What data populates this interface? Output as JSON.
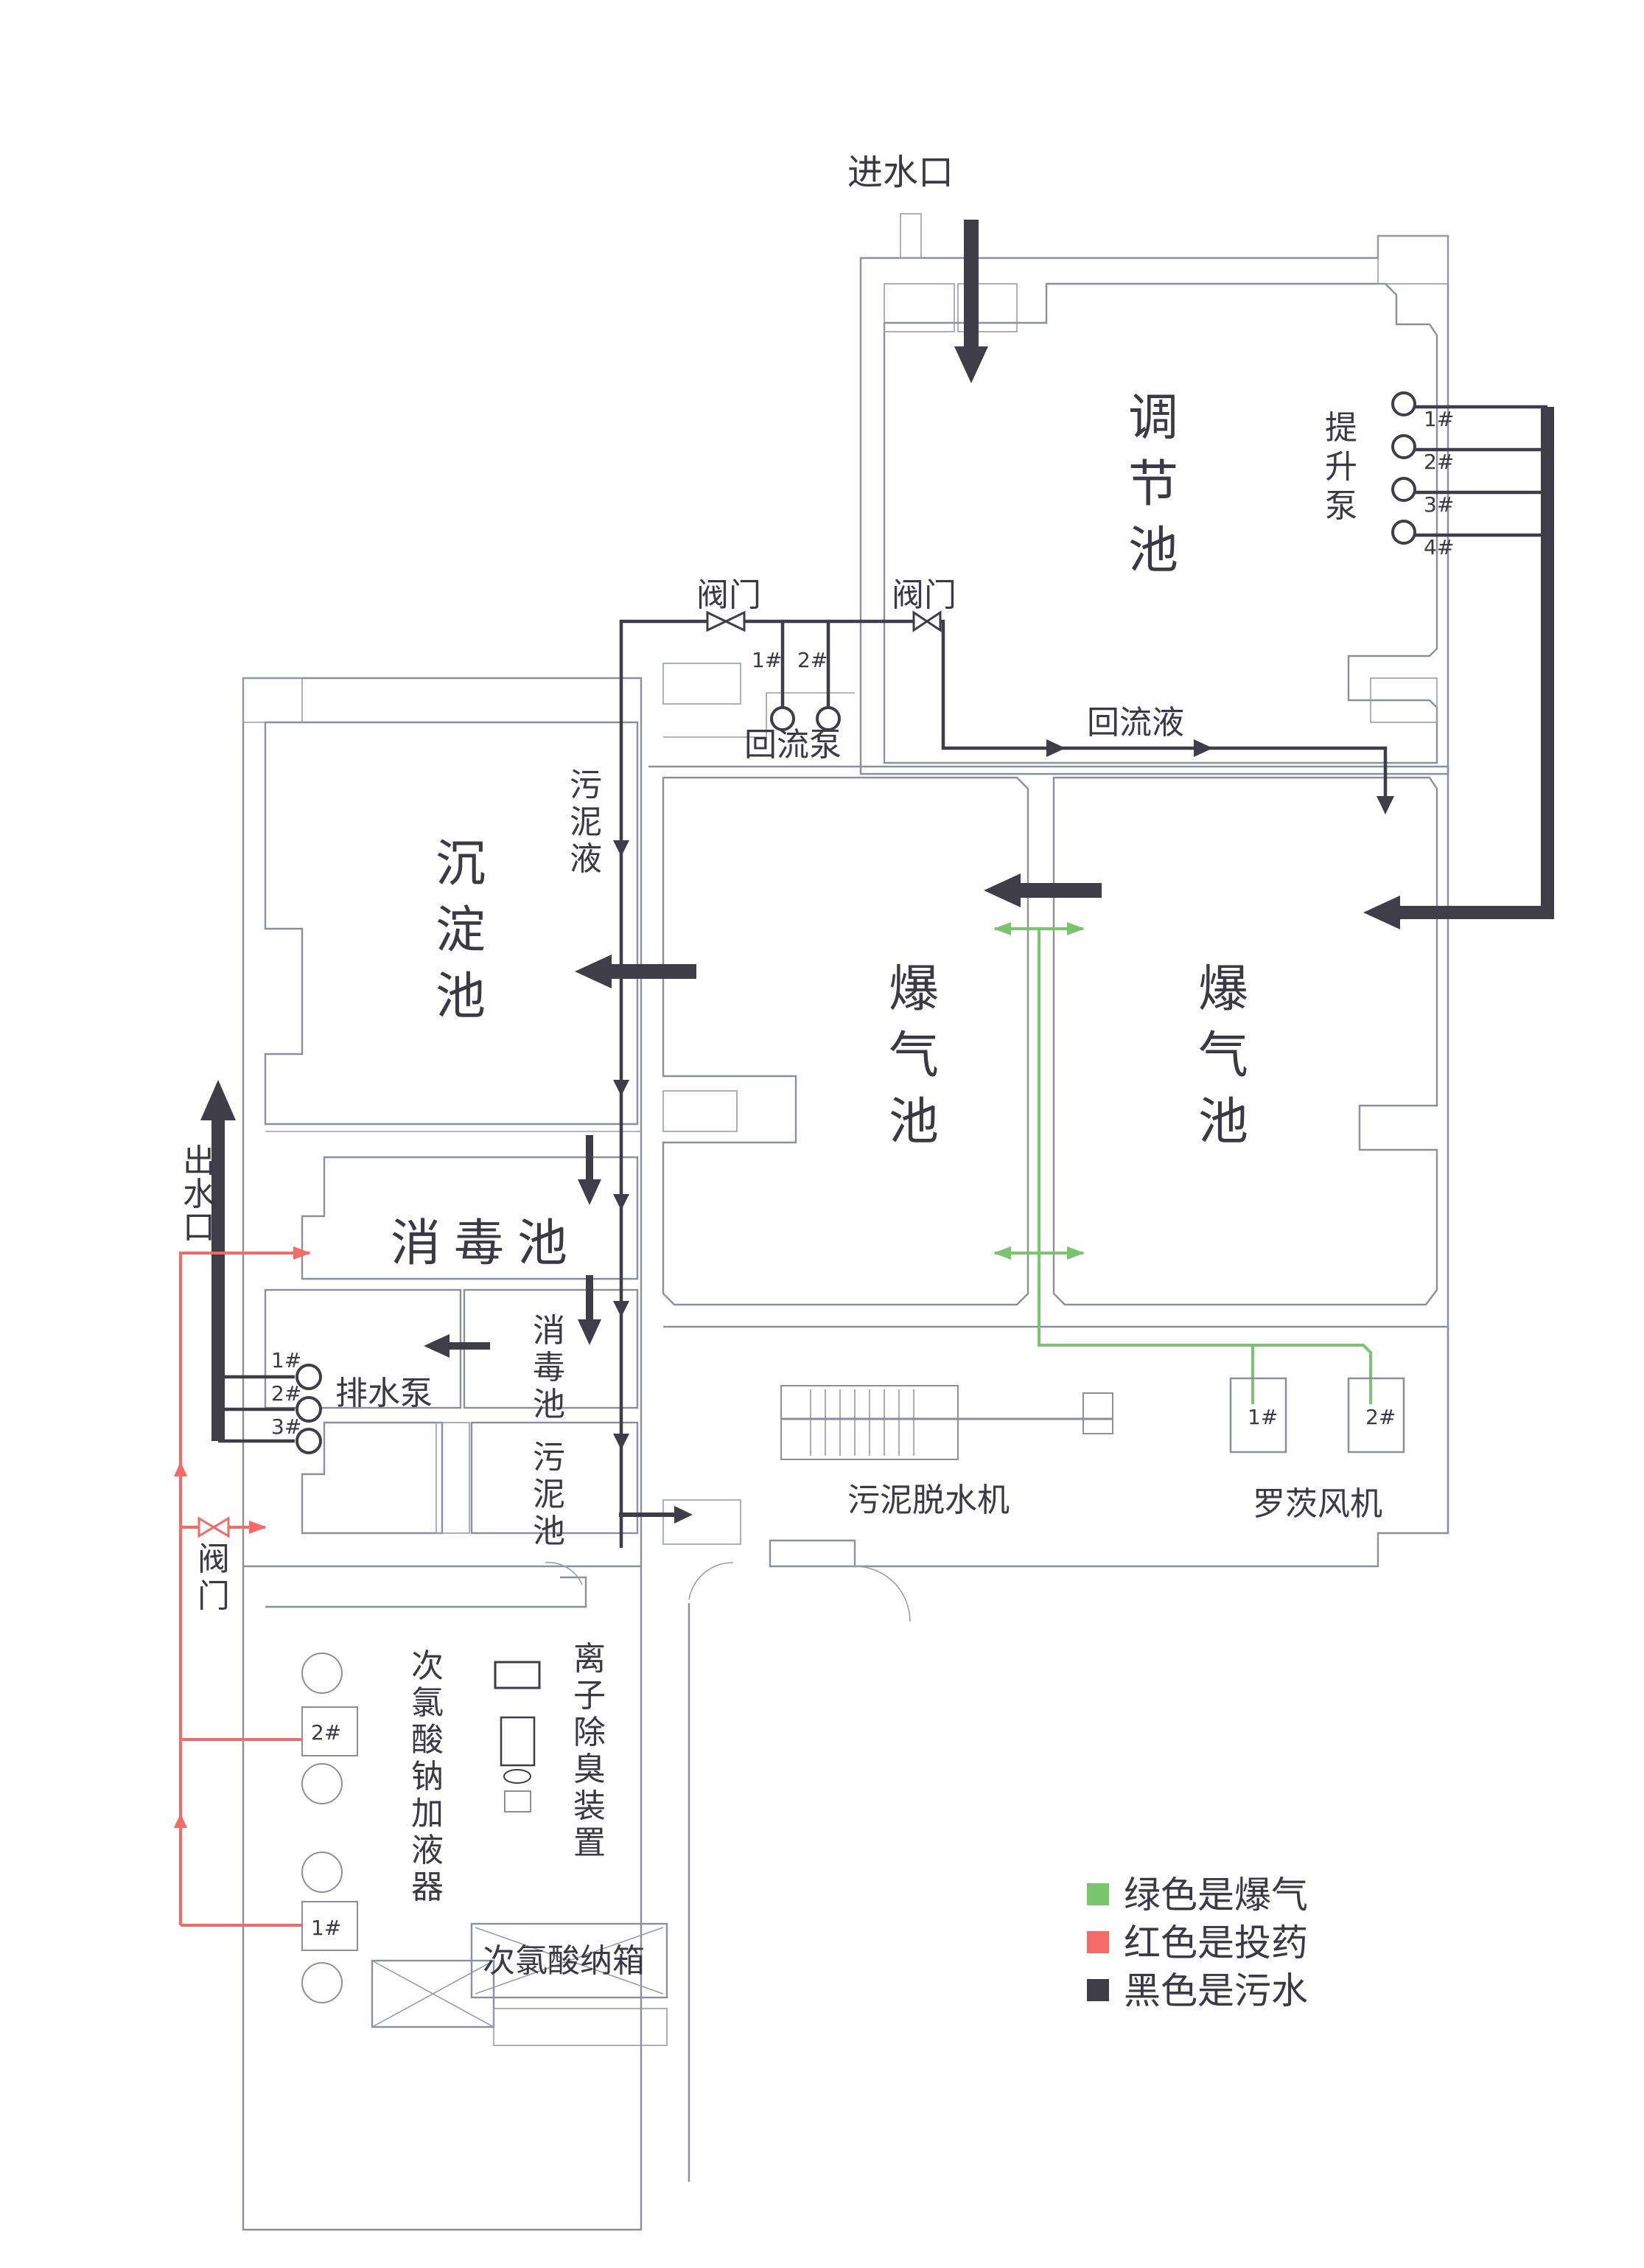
{
  "title": "污水处理站工艺平面布置图",
  "colors": {
    "aeration": "#79c56e",
    "dosing": "#f36a66",
    "sewage": "#3f3e48",
    "wall": "#8d8f9c"
  },
  "labels": {
    "inlet": "进水口",
    "outlet": "出水口",
    "regulating_tank": "调节池",
    "lift_pump": "提升泵",
    "lift_pump_tags": [
      "1#",
      "2#",
      "3#",
      "4#"
    ],
    "valve_1": "阀门",
    "valve_2": "阀门",
    "valve_3": "阀门",
    "return_pump": "回流泵",
    "return_pump_tags": [
      "1#",
      "2#"
    ],
    "return_liquid": "回流液",
    "sludge_liquid": "污泥液",
    "sedimentation_tank": "沉淀池",
    "aeration_tank_1": "爆气池",
    "aeration_tank_2": "爆气池",
    "disinfection_tank": "消毒池",
    "disinfection_tank_small": "消毒池",
    "drain_pump": "排水泵",
    "drain_pump_tags": [
      "1#",
      "2#",
      "3#"
    ],
    "sludge_tank": "污泥池",
    "sludge_dewatering": "污泥脱水机",
    "roots_blower": "罗茨风机",
    "blower_tags": [
      "1#",
      "2#"
    ],
    "hypochlorite_dosers": "次氯酸钠加液器",
    "doser_tags": [
      "2#",
      "1#"
    ],
    "ion_deodorizer": "离子除臭装置",
    "hypochlorite_tank": "次氯酸纳箱"
  },
  "legend": [
    {
      "color": "#79c56e",
      "text": "绿色是爆气"
    },
    {
      "color": "#f36a66",
      "text": "红色是投药"
    },
    {
      "color": "#3f3e48",
      "text": "黑色是污水"
    }
  ]
}
